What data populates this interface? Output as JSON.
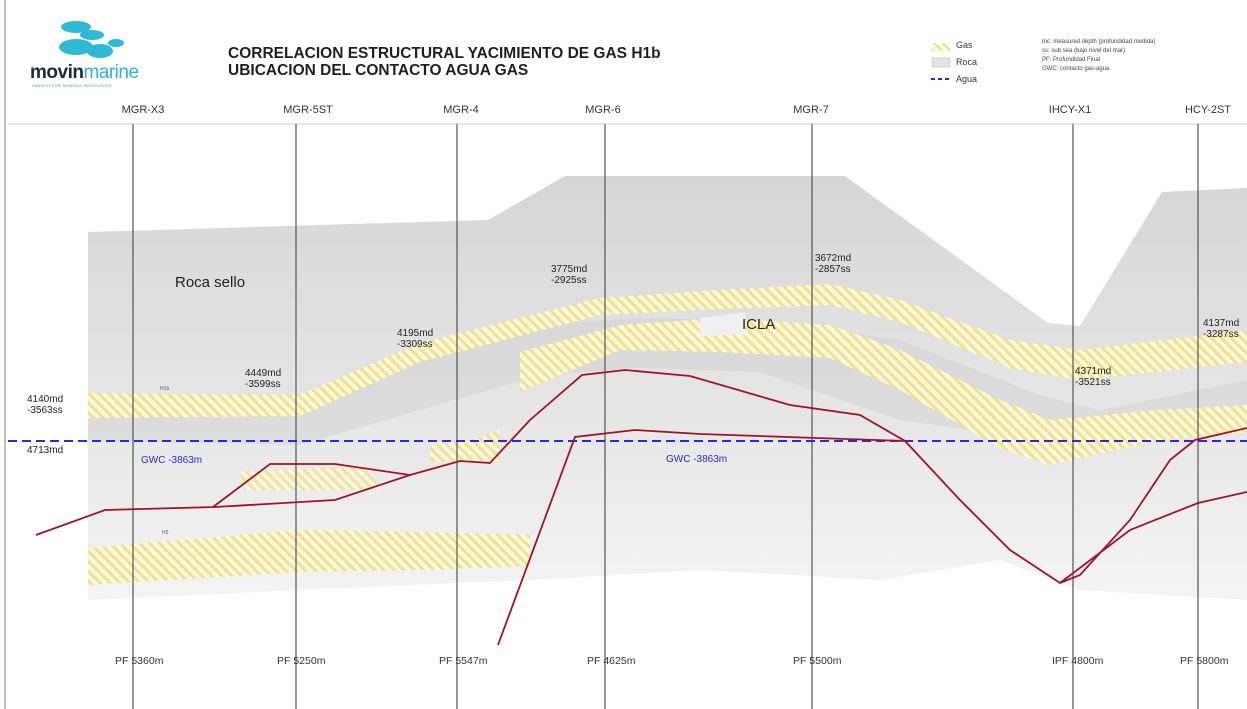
{
  "logo": {
    "brand_main": "movin",
    "brand_highlight": "marine",
    "tagline": "SEARCH FOR MINERAL RESOURCES"
  },
  "title": {
    "line1": "CORRELACION ESTRUCTURAL YACIMIENTO DE GAS H1b",
    "line2": "UBICACION DEL CONTACTO AGUA GAS"
  },
  "legend": {
    "gas": "Gas",
    "roca": "Roca",
    "agua": "Agua",
    "colors": {
      "gas": "#f1e58a",
      "roca": "#e3e3e3",
      "agua": "#2a2ad4"
    }
  },
  "notes": [
    "mc: measured depth (profundidad medida)",
    "ss: sub sea (bajo nivel del mar)",
    "PF: Profundidad Final",
    "GWC: contacto gas-agua"
  ],
  "wells": [
    {
      "name": "MGR-X3",
      "pf": "PF 5360m"
    },
    {
      "name": "MGR-5ST",
      "pf": "PF 5250m"
    },
    {
      "name": "MGR-4",
      "pf": "PF 5547m"
    },
    {
      "name": "MGR-6",
      "pf": "PF 4625m"
    },
    {
      "name": "MGR-7",
      "pf": "PF 5500m"
    },
    {
      "name": "IHCY-X1",
      "pf": "IPF 4800m"
    },
    {
      "name": "HCY-2ST",
      "pf": "PF 5800m"
    }
  ],
  "labels": {
    "roca_sello": "Roca sello",
    "icla": "ICLA",
    "gwc_left": "GWC -3863m",
    "gwc_center": "GWC -3863m",
    "h1b_tag": "H1b",
    "h2_tag": "H2"
  },
  "depths": [
    {
      "md": "4140md",
      "ss": "-3563ss"
    },
    {
      "md": "4713md",
      "ss": ""
    },
    {
      "md": "4449md",
      "ss": "-3599ss"
    },
    {
      "md": "4195md",
      "ss": "-3309ss"
    },
    {
      "md": "3775md",
      "ss": "-2925ss"
    },
    {
      "md": "3672md",
      "ss": "-2857ss"
    },
    {
      "md": "4371md",
      "ss": "-3521ss"
    },
    {
      "md": "4137md",
      "ss": "-3287ss"
    }
  ],
  "colors": {
    "rock": "#e3e3e3",
    "gas": "#f1e58a",
    "fault": "#a0142a",
    "gwc": "#2a2ad4",
    "well": "#555555"
  }
}
